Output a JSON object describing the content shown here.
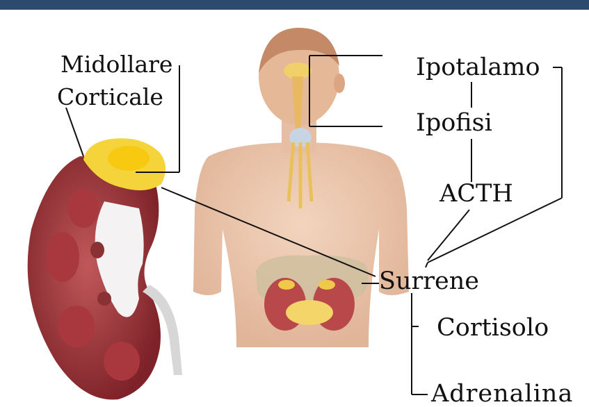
{
  "labels": {
    "midollare": "Midollare",
    "corticale": "Corticale",
    "ipotalamo": "Ipotalamo",
    "ipofisi": "Ipofisi",
    "acth": "ACTH",
    "surrene": "Surrene",
    "cortisolo": "Cortisolo",
    "adrenalina": "Adrenalina"
  },
  "colors": {
    "header_bar": "#2b4a6e",
    "kidney_outer": "#8a2a2f",
    "kidney_inner": "#c55a5d",
    "adrenal": "#f2cf3a",
    "skin": "#e9c2a6",
    "line": "#111111"
  }
}
